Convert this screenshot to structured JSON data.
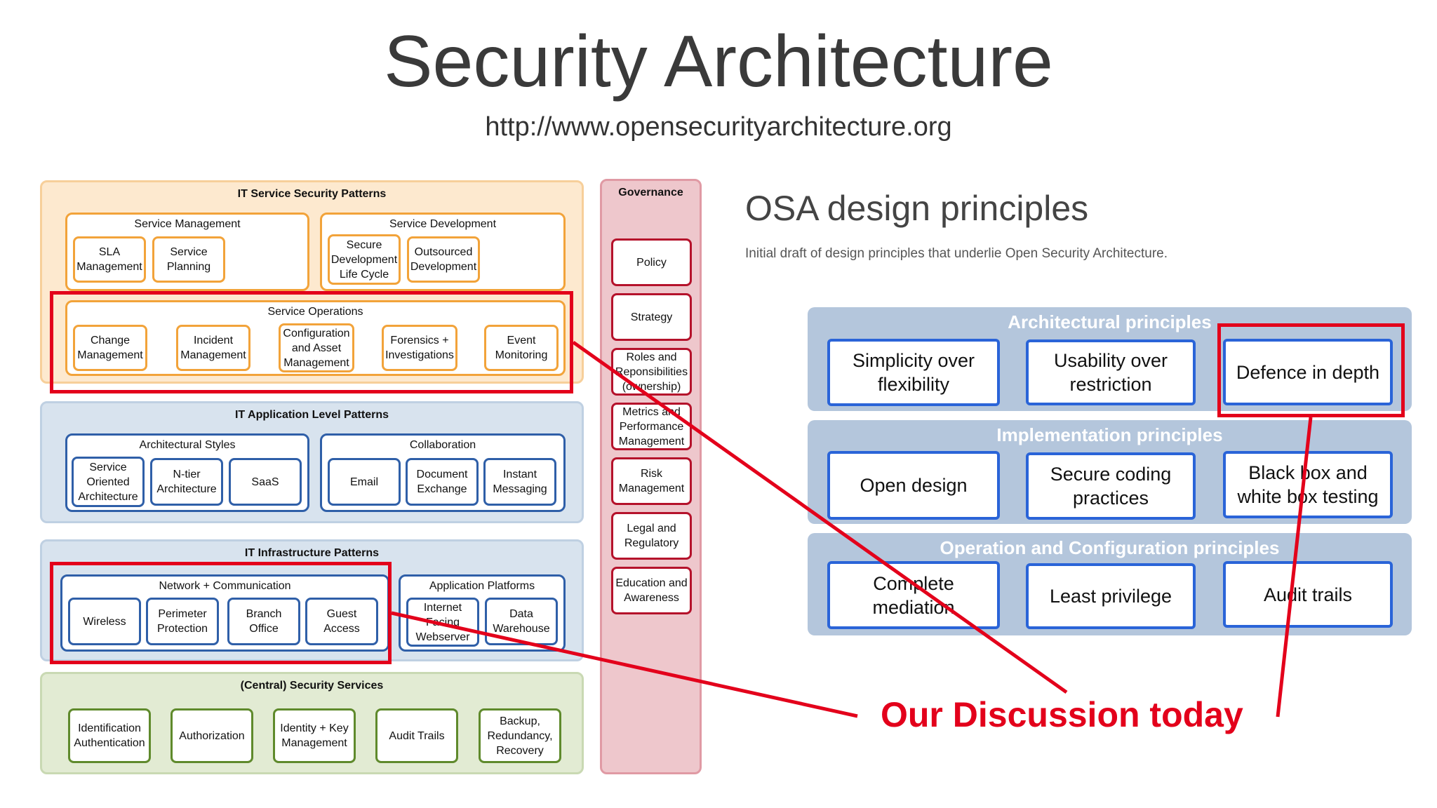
{
  "header": {
    "title": "Security Architecture",
    "url": "http://www.opensecurityarchitecture.org"
  },
  "diagram": {
    "it_service": {
      "title": "IT Service Security Patterns",
      "service_management": {
        "title": "Service Management",
        "items": [
          "SLA Management",
          "Service Planning"
        ]
      },
      "service_development": {
        "title": "Service Development",
        "items": [
          "Secure Development Life Cycle",
          "Outsourced Development"
        ]
      },
      "service_operations": {
        "title": "Service Operations",
        "items": [
          "Change Management",
          "Incident Management",
          "Configuration and Asset Management",
          "Forensics + Investigations",
          "Event Monitoring"
        ]
      }
    },
    "it_application": {
      "title": "IT Application Level Patterns",
      "architectural_styles": {
        "title": "Architectural Styles",
        "items": [
          "Service Oriented Architecture",
          "N-tier Architecture",
          "SaaS"
        ]
      },
      "collaboration": {
        "title": "Collaboration",
        "items": [
          "Email",
          "Document Exchange",
          "Instant Messaging"
        ]
      }
    },
    "it_infrastructure": {
      "title": "IT Infrastructure Patterns",
      "network": {
        "title": "Network + Communication",
        "items": [
          "Wireless",
          "Perimeter Protection",
          "Branch Office",
          "Guest Access"
        ]
      },
      "application_platforms": {
        "title": "Application Platforms",
        "items": [
          "Internet Facing Webserver",
          "Data Warehouse"
        ]
      }
    },
    "central": {
      "title": "(Central) Security Services",
      "items": [
        "Identification Authentication",
        "Authorization",
        "Identity + Key Management",
        "Audit Trails",
        "Backup, Redundancy, Recovery"
      ]
    },
    "governance": {
      "title": "Governance",
      "items": [
        "Policy",
        "Strategy",
        "Roles and Reponsibilities (ownership)",
        "Metrics and Performance Management",
        "Risk Management",
        "Legal and Regulatory",
        "Education and Awareness"
      ]
    }
  },
  "principles": {
    "heading": "OSA design principles",
    "subheading": "Initial draft of design principles that underlie Open Security Architecture.",
    "architectural": {
      "title": "Architectural principles",
      "items": [
        "Simplicity over flexibility",
        "Usability over restriction",
        "Defence in depth"
      ]
    },
    "implementation": {
      "title": "Implementation principles",
      "items": [
        "Open design",
        "Secure coding practices",
        "Black box and white box testing"
      ]
    },
    "operation": {
      "title": "Operation and Configuration principles",
      "items": [
        "Complete mediation",
        "Least privilege",
        "Audit trails"
      ]
    }
  },
  "annotation": {
    "text": "Our Discussion today",
    "color": "#e3001b"
  },
  "colors": {
    "service_bg": "#fde9cf",
    "service_border": "#f2a33a",
    "application_bg": "#d8e3ee",
    "infrastructure_bg": "#d8e3ee",
    "central_bg": "#e2ebd3",
    "governance_bg": "#eec7cc",
    "principle_band": "#b4c6dc",
    "principle_border": "#2a64d8"
  }
}
